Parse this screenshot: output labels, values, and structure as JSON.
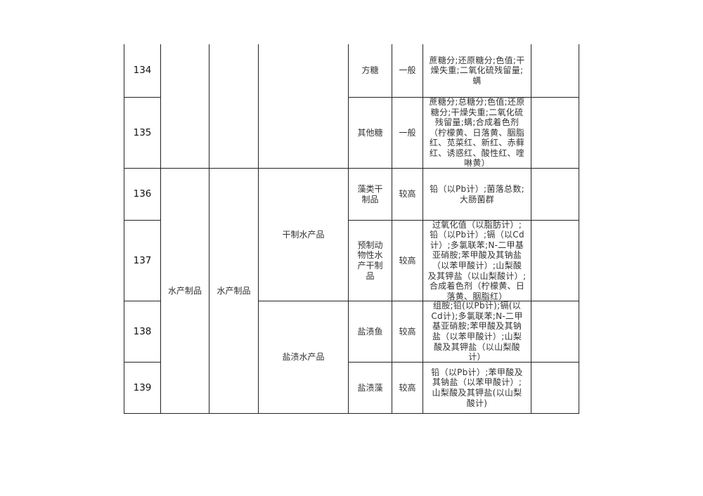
{
  "rows": [
    {
      "no": "134",
      "name": "方糖",
      "level": "一般",
      "items": "蔗糖分;还原糖分;色值;干\n燥失重;二氧化硫残留量;\n螨"
    },
    {
      "no": "135",
      "name": "其他糖",
      "level": "一般",
      "items": "蔗糖分;总糖分;色值;还原\n糖分;干燥失重;二氧化硫\n残留量;螨;合成着色剂\n（柠檬黄、日落黄、胭脂\n红、苋菜红、新红、赤藓\n红、诱惑红、酸性红、喹\n啉黄）"
    },
    {
      "no": "136",
      "name": "藻类干\n制品",
      "level": "较高",
      "items": "铅（以Pb计）;菌落总数;\n大肠菌群"
    },
    {
      "no": "137",
      "name": "预制动\n物性水\n产干制\n品",
      "level": "较高",
      "items": "过氧化值（以脂肪计）;\n铅（以Pb计）;镉（以Cd\n计）;多氯联苯;N-二甲基\n亚硝胺;苯甲酸及其钠盐\n（以苯甲酸计）;山梨酸\n及其钾盐（以山梨酸计）;\n合成着色剂（柠檬黄、日\n落黄、胭脂红）"
    },
    {
      "no": "138",
      "name": "盐渍鱼",
      "level": "较高",
      "items": "组胺;铅(以Pb计);镉(以\nCd计);多氯联苯;N-二甲\n基亚硝胺;苯甲酸及其钠\n盐（以苯甲酸计）;山梨\n酸及其钾盐（以山梨酸\n计）"
    },
    {
      "no": "139",
      "name": "盐渍藻",
      "level": "较高",
      "items": "铅（以Pb计）;苯甲酸及\n其钠盐（以苯甲酸计）;\n山梨酸及其钾盐(以山梨\n酸计)"
    }
  ],
  "groups": {
    "category": "水产制品",
    "subcategory": "水产制品",
    "dried": "干制水产品",
    "salted": "盐渍水产品"
  }
}
